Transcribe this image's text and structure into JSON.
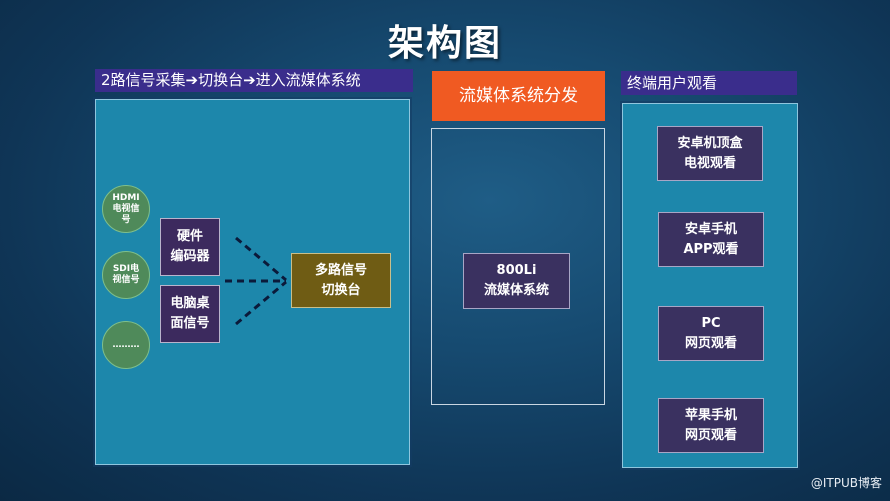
{
  "title": "架构图",
  "left": {
    "header": "2路信号采集➔切换台➔进入流媒体系统",
    "circles": [
      "HDMI\n电视信\n号",
      "SDI电\n视信号",
      "………"
    ],
    "boxes": [
      "硬件\n编码器",
      "电脑桌\n面信号"
    ],
    "switcher": "多路信号\n切换台"
  },
  "middle": {
    "header": "流媒体系统分发",
    "box": "800Li\n流媒体系统"
  },
  "right": {
    "header": "终端用户观看",
    "boxes": [
      "安卓机顶盒\n电视观看",
      "安卓手机\nAPP观看",
      "PC\n网页观看",
      "苹果手机\n网页观看"
    ]
  },
  "watermark": "@ITPUB博客",
  "colors": {
    "orange": "#f05a22",
    "header_purple": "#3a2d8c",
    "panel_cyan": "#1d87ab",
    "circle_green": "#4f8a5a",
    "switcher_olive": "#6f5c14"
  }
}
